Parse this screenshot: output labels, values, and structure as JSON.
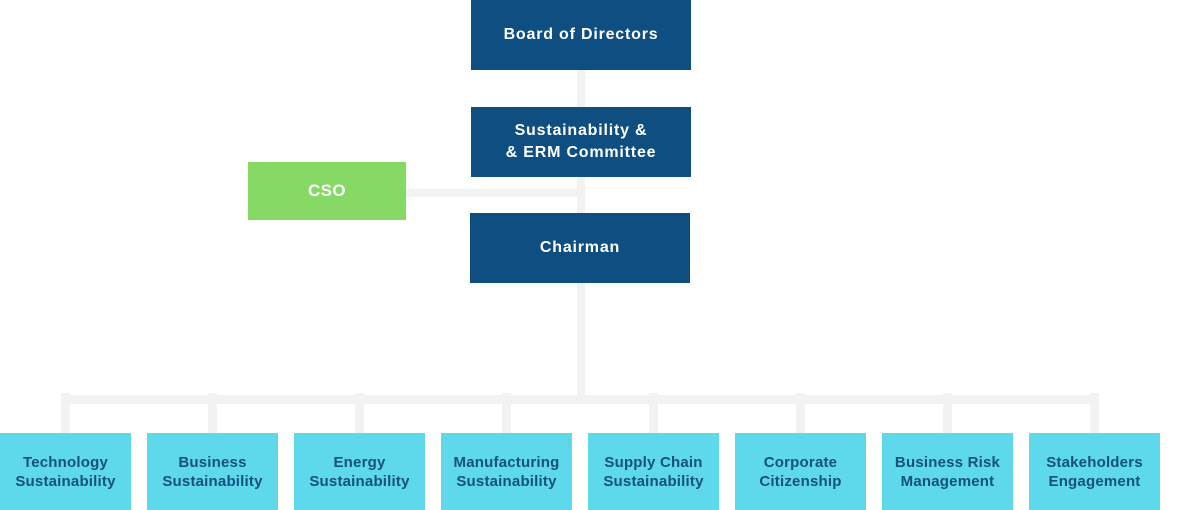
{
  "org": {
    "board": {
      "label": "Board of Directors"
    },
    "committee": {
      "line1": "Sustainability &",
      "line2": "& ERM Committee"
    },
    "cso": {
      "label": "CSO"
    },
    "chairman": {
      "label": "Chairman"
    },
    "departments": [
      {
        "line1": "Technology",
        "line2": "Sustainability"
      },
      {
        "line1": "Business",
        "line2": "Sustainability"
      },
      {
        "line1": "Energy",
        "line2": "Sustainability"
      },
      {
        "line1": "Manufacturing",
        "line2": "Sustainability"
      },
      {
        "line1": "Supply Chain",
        "line2": "Sustainability"
      },
      {
        "line1": "Corporate",
        "line2": "Citizenship"
      },
      {
        "line1": "Business Risk",
        "line2": "Management"
      },
      {
        "line1": "Stakeholders",
        "line2": "Engagement"
      }
    ]
  },
  "colors": {
    "dark_blue": "#0e4e81",
    "green": "#85d964",
    "cyan": "#5ed9eb",
    "connector": "#f2f2f2",
    "text_on_cyan": "#15517e",
    "background": "#ffffff"
  }
}
